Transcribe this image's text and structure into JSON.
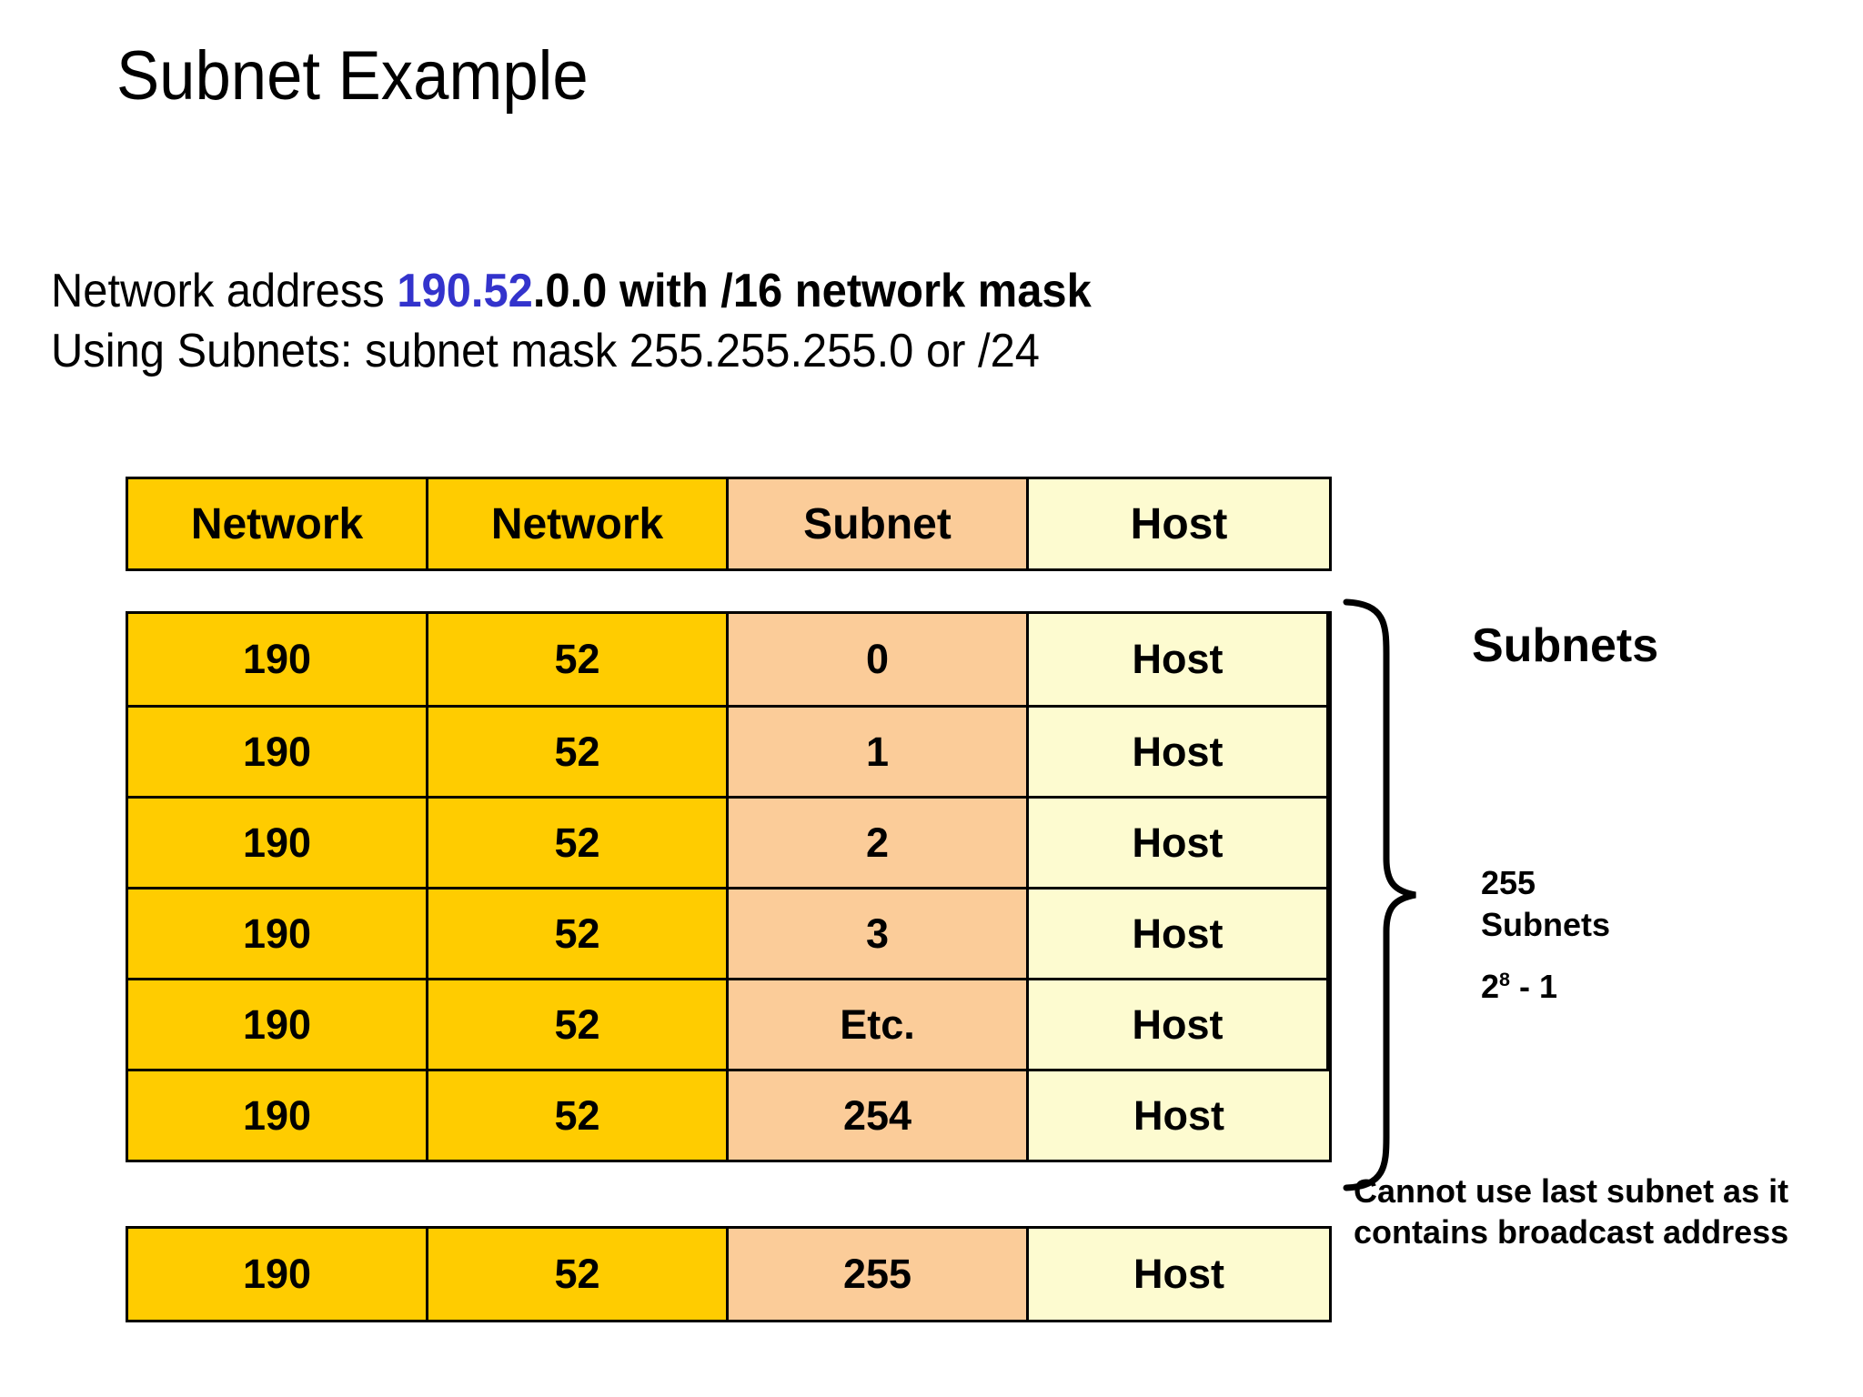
{
  "slide": {
    "title": "Subnet Example"
  },
  "intro": {
    "line1": {
      "prefix": "Network address ",
      "highlight": "190.52",
      "suffix": ".0.0 with /16 network mask",
      "highlight_color": "#3333cc"
    },
    "line2": "Using Subnets: subnet mask 255.255.255.0 or /24"
  },
  "table": {
    "headers": [
      "Network",
      "Network",
      "Subnet",
      "Host"
    ],
    "column_colors": [
      "#ffcc00",
      "#ffcc00",
      "#fbcc99",
      "#fdfbd0"
    ],
    "rows": [
      [
        "190",
        "52",
        "0",
        "Host"
      ],
      [
        "190",
        "52",
        "1",
        "Host"
      ],
      [
        "190",
        "52",
        "2",
        "Host"
      ],
      [
        "190",
        "52",
        "3",
        "Host"
      ],
      [
        "190",
        "52",
        "Etc.",
        "Host"
      ],
      [
        "190",
        "52",
        "254",
        "Host"
      ]
    ],
    "last_row": [
      "190",
      "52",
      "255",
      "Host"
    ]
  },
  "annotations": {
    "brace_label": "Subnets",
    "count_line1": "255",
    "count_line2": "Subnets",
    "count_base": "2",
    "count_exponent": "8",
    "count_tail": " - 1",
    "broadcast_note": "Cannot use last subnet as it contains broadcast address"
  }
}
